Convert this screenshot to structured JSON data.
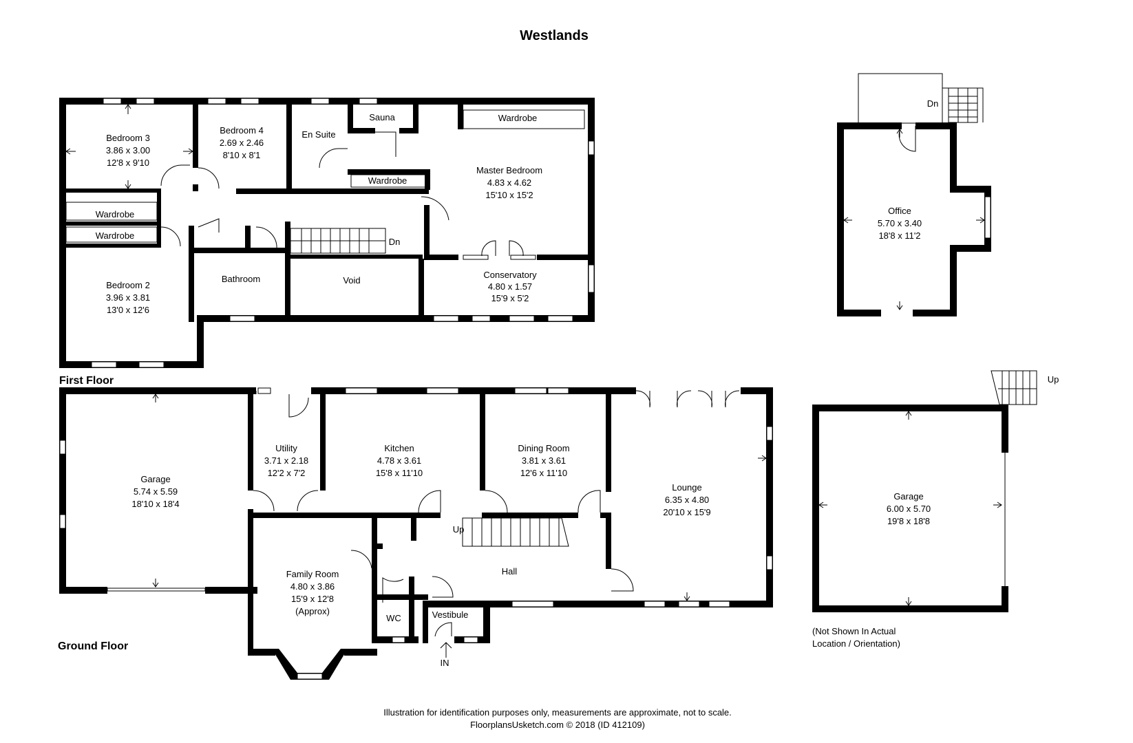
{
  "title": "Westlands",
  "floors": {
    "first": "First Floor",
    "ground": "Ground Floor"
  },
  "first_floor_rooms": {
    "bedroom3": {
      "name": "Bedroom 3",
      "metric": "3.86 x 3.00",
      "imperial": "12'8 x 9'10"
    },
    "bedroom4": {
      "name": "Bedroom 4",
      "metric": "2.69 x 2.46",
      "imperial": "8'10 x 8'1"
    },
    "ensuite": {
      "name": "En Suite"
    },
    "sauna": {
      "name": "Sauna"
    },
    "wardrobe_master_top": {
      "name": "Wardrobe"
    },
    "wardrobe_master_small": {
      "name": "Wardrobe"
    },
    "master": {
      "name": "Master Bedroom",
      "metric": "4.83 x 4.62",
      "imperial": "15'10 x 15'2"
    },
    "wardrobe_b3": {
      "name": "Wardrobe"
    },
    "wardrobe_b2": {
      "name": "Wardrobe"
    },
    "stairs_dn": "Dn",
    "bedroom2": {
      "name": "Bedroom 2",
      "metric": "3.96 x 3.81",
      "imperial": "13'0 x 12'6"
    },
    "bathroom": {
      "name": "Bathroom"
    },
    "void": {
      "name": "Void"
    },
    "conservatory": {
      "name": "Conservatory",
      "metric": "4.80 x 1.57",
      "imperial": "15'9 x 5'2"
    }
  },
  "ground_floor_rooms": {
    "garage": {
      "name": "Garage",
      "metric": "5.74 x 5.59",
      "imperial": "18'10 x 18'4"
    },
    "utility": {
      "name": "Utility",
      "metric": "3.71 x 2.18",
      "imperial": "12'2 x 7'2"
    },
    "kitchen": {
      "name": "Kitchen",
      "metric": "4.78 x 3.61",
      "imperial": "15'8 x 11'10"
    },
    "dining": {
      "name": "Dining Room",
      "metric": "3.81 x 3.61",
      "imperial": "12'6 x 11'10"
    },
    "lounge": {
      "name": "Lounge",
      "metric": "6.35 x 4.80",
      "imperial": "20'10 x 15'9"
    },
    "family": {
      "name": "Family Room",
      "metric": "4.80 x 3.86",
      "imperial": "15'9 x 12'8",
      "note": "(Approx)"
    },
    "hall": {
      "name": "Hall"
    },
    "stairs_up": "Up",
    "wc": {
      "name": "WC"
    },
    "vestibule": {
      "name": "Vestibule"
    },
    "entrance": "IN"
  },
  "outbuildings": {
    "office": {
      "name": "Office",
      "metric": "5.70 x 3.40",
      "imperial": "18'8 x 11'2",
      "stairs": "Dn"
    },
    "garage2": {
      "name": "Garage",
      "metric": "6.00 x 5.70",
      "imperial": "19'8 x 18'8",
      "stairs": "Up"
    },
    "note_line1": "(Not Shown In Actual",
    "note_line2": "Location / Orientation)"
  },
  "footer": {
    "line1": "Illustration for identification purposes only, measurements are approximate, not to scale.",
    "line2": "FloorplansUsketch.com © 2018 (ID 412109)"
  }
}
